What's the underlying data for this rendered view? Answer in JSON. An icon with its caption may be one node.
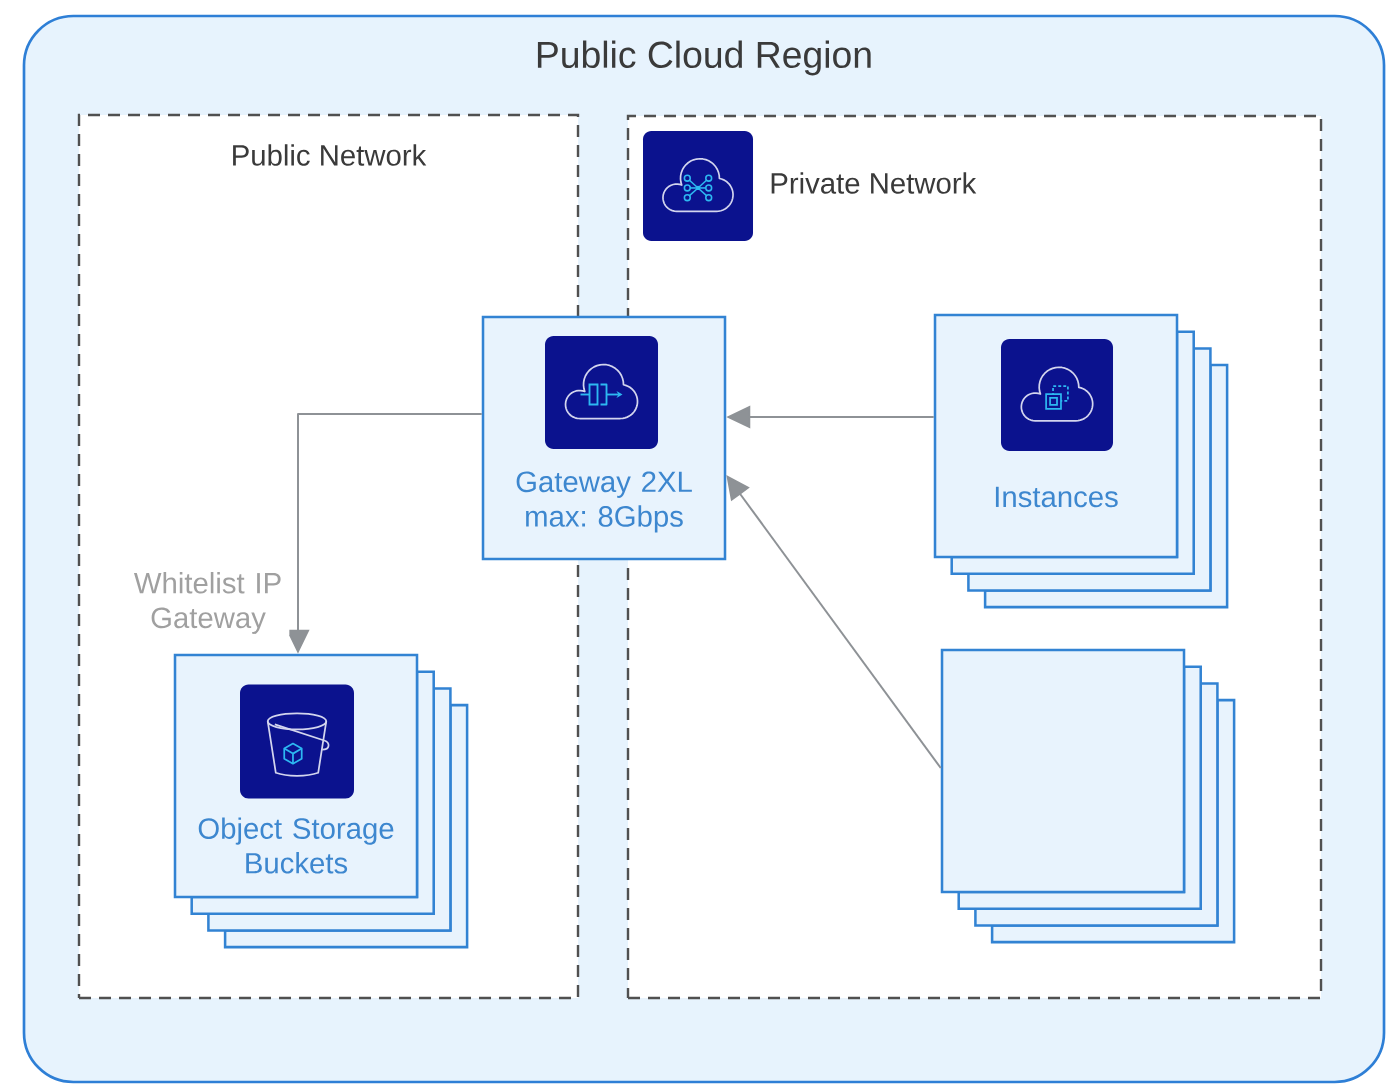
{
  "diagram": {
    "nodes": [
      {
        "text": [
          "Public Cloud Region"
        ]
      },
      {
        "text": [
          "Public Network"
        ],
        "in": 0
      },
      {
        "text": [
          "Private Network"
        ],
        "in": 0
      },
      {
        "text": [
          "Gateway 2XL max: 8Gbps"
        ],
        "in": 0
      },
      {
        "text": [
          "Instances"
        ],
        "in": 2
      },
      {
        "text": [
          "Object Storage Buckets"
        ],
        "in": 1
      },
      {
        "text": [],
        "shape": "box",
        "in": 2
      }
    ],
    "edges": [
      {
        "from": 3,
        "to": 5,
        "arrow": "to",
        "label": "Whitelist IP Gateway"
      },
      {
        "from": 4,
        "to": 3,
        "arrow": "to"
      },
      {
        "from": 6,
        "to": 3,
        "arrow": "to"
      }
    ]
  }
}
